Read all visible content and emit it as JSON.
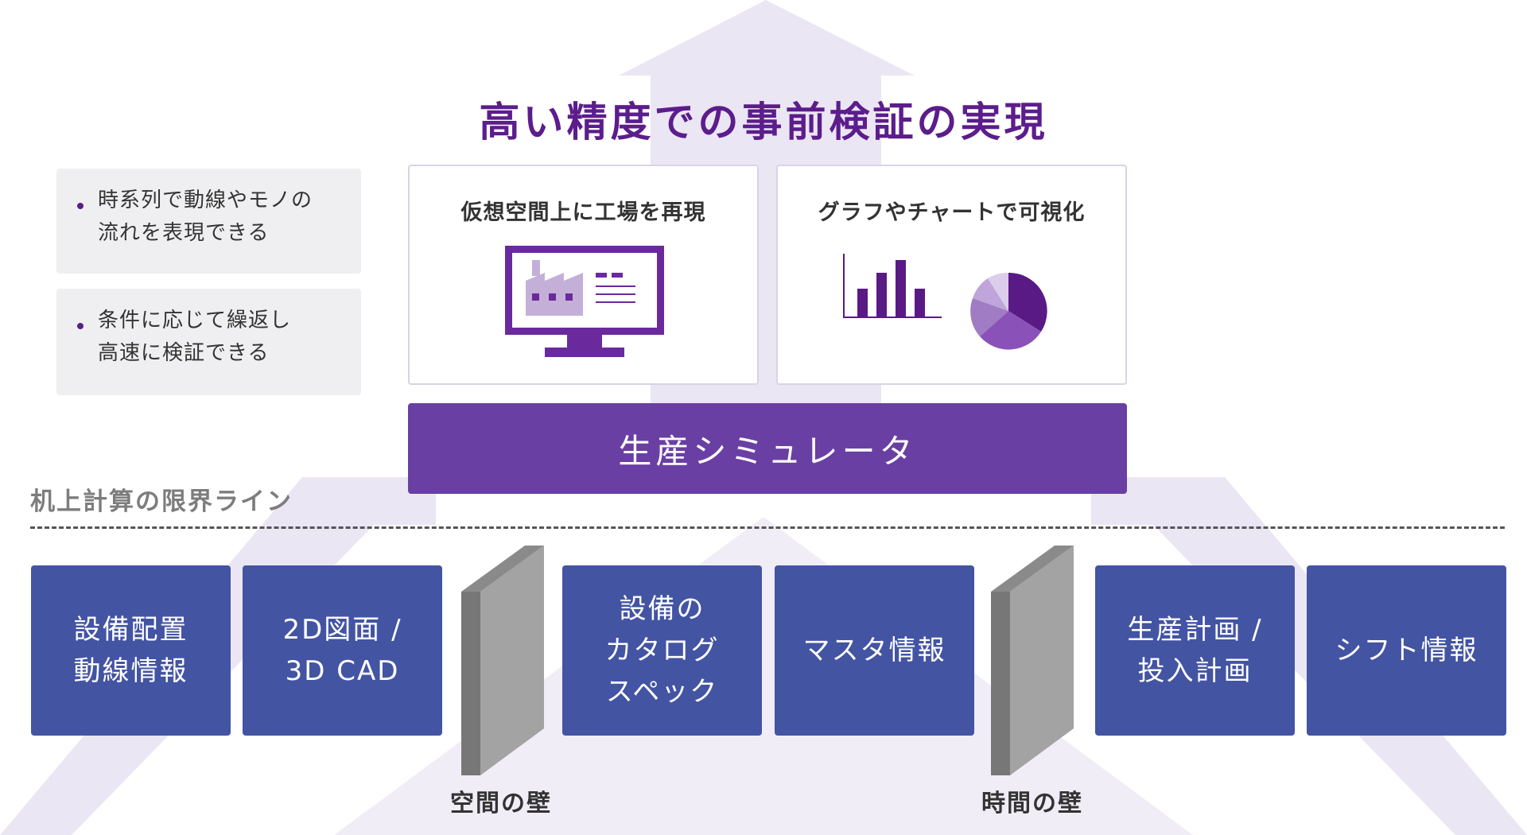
{
  "title": "高い精度での事前検証の実現",
  "notes": [
    {
      "text": "時系列で動線やモノの\n流れを表現できる"
    },
    {
      "text": "条件に応じて繰返し\n高速に検証できる"
    }
  ],
  "cards": [
    {
      "title": "仮想空間上に工場を再現",
      "icon": "factory-monitor-icon"
    },
    {
      "title": "グラフやチャートで可視化",
      "icon": "bar-and-pie-chart-icon"
    }
  ],
  "simulator": {
    "label": "生産シミュレータ"
  },
  "limit_line": {
    "label": "机上計算の限界ライン"
  },
  "inputs": [
    {
      "label": "設備配置\n動線情報"
    },
    {
      "label": "2D図面 /\n3D CAD"
    },
    {
      "label": "設備の\nカタログ\nスペック"
    },
    {
      "label": "マスタ情報"
    },
    {
      "label": "生産計画 /\n投入計画"
    },
    {
      "label": "シフト情報"
    }
  ],
  "walls": [
    {
      "label": "空間の壁"
    },
    {
      "label": "時間の壁"
    }
  ],
  "colors": {
    "title": "#5c1d8c",
    "simulator_bar": "#6a3fa3",
    "input_box": "#4354a3",
    "arrow": "#ebe6f3",
    "note_bg": "#efeff1",
    "wall_front": "#9e9e9e",
    "wall_side": "#777777"
  }
}
